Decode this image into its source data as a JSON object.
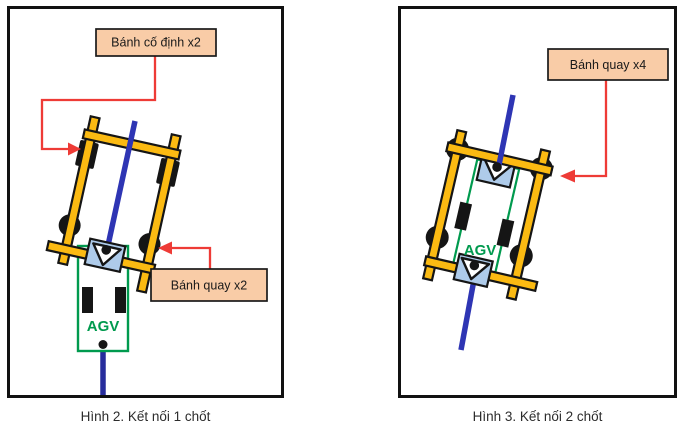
{
  "colors": {
    "frame_yellow": "#FBBA12",
    "outline_black": "#151515",
    "pole_blue": "#2E35B4",
    "pole_blue_dark": "#272D9C",
    "agv_green": "#009A4E",
    "connector_light_blue": "#AECBEA",
    "label_fill": "#F9CCA7",
    "label_border": "#1a1a1a",
    "arrow_red": "#EE3B36",
    "panel_border": "#111111",
    "caption_color": "#2c2c2c"
  },
  "figures": {
    "left": {
      "caption": "Hình 2. Kết nối 1 chốt",
      "label_fixed_wheels": "Bánh cố định x2",
      "label_swivel_wheels": "Bánh quay x2",
      "agv_label": "AGV"
    },
    "right": {
      "caption": "Hình 3. Kết nối 2 chốt",
      "label_swivel_wheels": "Bánh quay x4",
      "agv_label": "AGV"
    }
  }
}
